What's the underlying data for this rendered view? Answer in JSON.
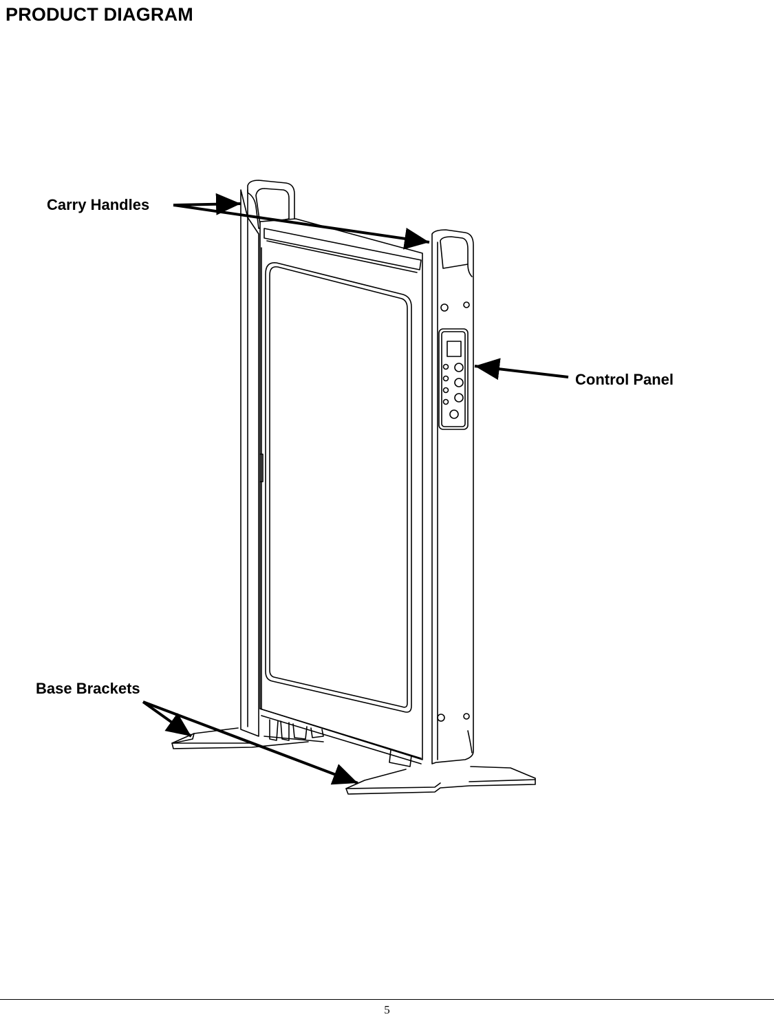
{
  "document": {
    "title": "PRODUCT DIAGRAM",
    "page_number": "5"
  },
  "callouts": {
    "carry_handles": "Carry Handles",
    "control_panel": "Control Panel",
    "base_brackets": "Base Brackets"
  },
  "colors": {
    "ink": "#000000",
    "paper": "#ffffff"
  }
}
